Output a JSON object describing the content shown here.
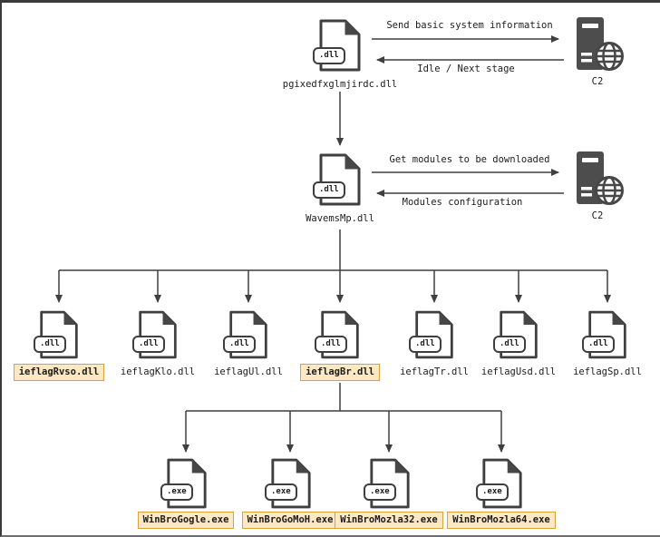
{
  "diagram": {
    "stage1": {
      "file_label": "pgixedfxglmjirdc.dll",
      "badge": ".dll",
      "to_c2_label": "Send basic system information",
      "from_c2_label": "Idle / Next stage",
      "c2_label": "C2"
    },
    "stage2": {
      "file_label": "WavemsMp.dll",
      "badge": ".dll",
      "to_c2_label": "Get modules to be downloaded",
      "from_c2_label": "Modules configuration",
      "c2_label": "C2"
    },
    "modules": {
      "badge": ".dll",
      "items": [
        {
          "label": "ieflagRvso.dll",
          "highlighted": true
        },
        {
          "label": "ieflagKlo.dll",
          "highlighted": false
        },
        {
          "label": "ieflagUl.dll",
          "highlighted": false
        },
        {
          "label": "ieflagBr.dll",
          "highlighted": true
        },
        {
          "label": "ieflagTr.dll",
          "highlighted": false
        },
        {
          "label": "ieflagUsd.dll",
          "highlighted": false
        },
        {
          "label": "ieflagSp.dll",
          "highlighted": false
        }
      ]
    },
    "payloads": {
      "badge": ".exe",
      "items": [
        {
          "label": "WinBroGogle.exe",
          "highlighted": true
        },
        {
          "label": "WinBroGoMoH.exe",
          "highlighted": true
        },
        {
          "label": "WinBroMozla32.exe",
          "highlighted": true
        },
        {
          "label": "WinBroMozla64.exe",
          "highlighted": true
        }
      ]
    },
    "colors": {
      "line": "#3f3f3f",
      "icon_stroke": "#3f3f3f",
      "server_fill": "#4d4d4d",
      "highlight_fill": "#fce8c2",
      "highlight_border": "#dca13c"
    }
  }
}
